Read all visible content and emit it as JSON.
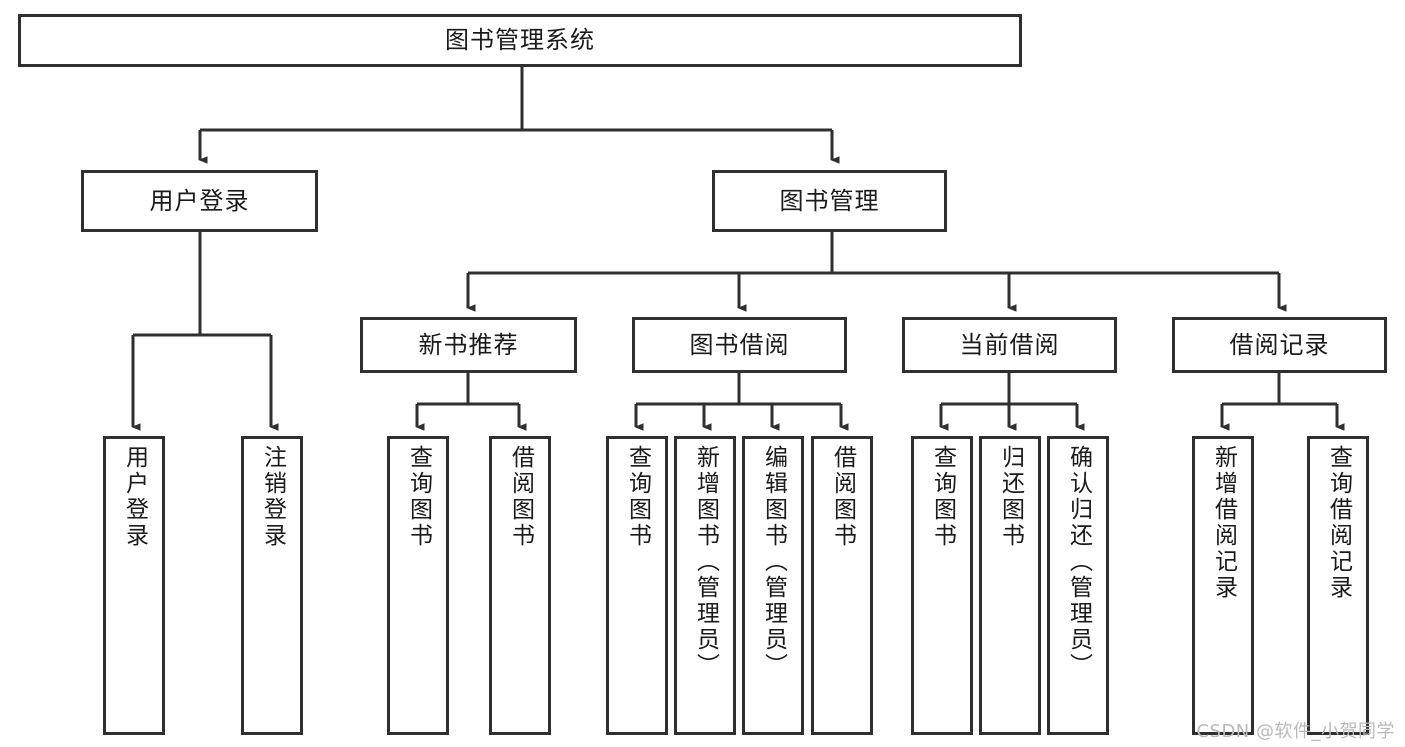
{
  "diagram": {
    "title": "图书管理系统",
    "type": "tree-hierarchy-diagram",
    "watermark": "CSDN @软件_小贺同学",
    "colors": {
      "background": "#ffffff",
      "node_border": "#2f2f2f",
      "node_fill": "#ffffff",
      "edge": "#2f2f2f",
      "text": "#1a1a1a",
      "watermark": "#b9b9b9"
    },
    "nodes": {
      "root": {
        "label": "图书管理系统"
      },
      "level2": [
        {
          "id": "user-login",
          "label": "用户登录"
        },
        {
          "id": "book-management",
          "label": "图书管理"
        }
      ],
      "level3": [
        {
          "id": "new-book-recommend",
          "label": "新书推荐"
        },
        {
          "id": "book-borrow",
          "label": "图书借阅"
        },
        {
          "id": "current-borrow",
          "label": "当前借阅"
        },
        {
          "id": "borrow-record",
          "label": "借阅记录"
        }
      ],
      "leaves": {
        "user_login": [
          {
            "id": "leaf-user-login",
            "label": "用户登录"
          },
          {
            "id": "leaf-logout-login",
            "label": "注销登录"
          }
        ],
        "new_book_recommend": [
          {
            "id": "leaf-query-book-1",
            "label": "查询图书"
          },
          {
            "id": "leaf-borrow-book-1",
            "label": "借阅图书"
          }
        ],
        "book_borrow": [
          {
            "id": "leaf-query-book-2",
            "label": "查询图书"
          },
          {
            "id": "leaf-add-book",
            "label": "新增图书（管理员）"
          },
          {
            "id": "leaf-edit-book",
            "label": "编辑图书（管理员）"
          },
          {
            "id": "leaf-borrow-book-2",
            "label": "借阅图书"
          }
        ],
        "current_borrow": [
          {
            "id": "leaf-query-book-3",
            "label": "查询图书"
          },
          {
            "id": "leaf-return-book",
            "label": "归还图书"
          },
          {
            "id": "leaf-confirm-return",
            "label": "确认归还（管理员）"
          }
        ],
        "borrow_record": [
          {
            "id": "leaf-add-record",
            "label": "新增借阅记录"
          },
          {
            "id": "leaf-query-record",
            "label": "查询借阅记录"
          }
        ]
      }
    }
  }
}
